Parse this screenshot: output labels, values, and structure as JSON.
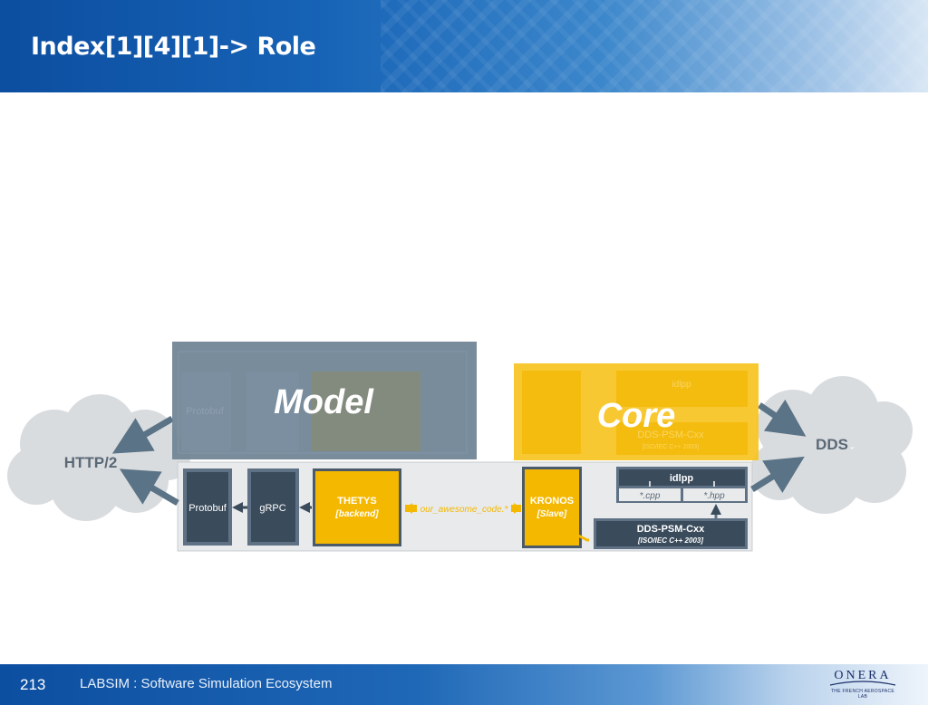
{
  "slide": {
    "title": "Index[1][4][1]-> Role",
    "page_number": "213",
    "footer_text": "LABSIM : Software Simulation Ecosystem"
  },
  "logo": {
    "name": "ONERA",
    "tagline": "THE FRENCH AEROSPACE LAB"
  },
  "diagram": {
    "http_cloud": "HTTP/2",
    "dds_cloud": "DDS",
    "model_overlay": "Model",
    "core_overlay": "Core",
    "protobuf": "Protobuf",
    "grpc": "gRPC",
    "thetys_name": "THETYS",
    "thetys_role": "[backend]",
    "awesome_code": "our_awesome_code.*",
    "kronos_name": "KRONOS",
    "kronos_role": "[Slave]",
    "idlpp": "idlpp",
    "cpp_files": "*.cpp",
    "hpp_files": "*.hpp",
    "dds_psm": "DDS-PSM-Cxx",
    "iso_std": "[ISO/IEC C++ 2003]",
    "ghost_protobuf": "Protobuf",
    "ghost_idlpp": "idlpp",
    "ghost_dds_psm": "DDS-PSM-Cxx",
    "ghost_iso": "[ISO/IEC C++ 2003]"
  },
  "colors": {
    "box_dark": "#3a4b5c",
    "box_gold": "#f5b800",
    "cloud": "#d9dcdf",
    "arrow": "#5b7386",
    "model_overlay": "#6e8294",
    "core_overlay": "#f7c21c"
  }
}
